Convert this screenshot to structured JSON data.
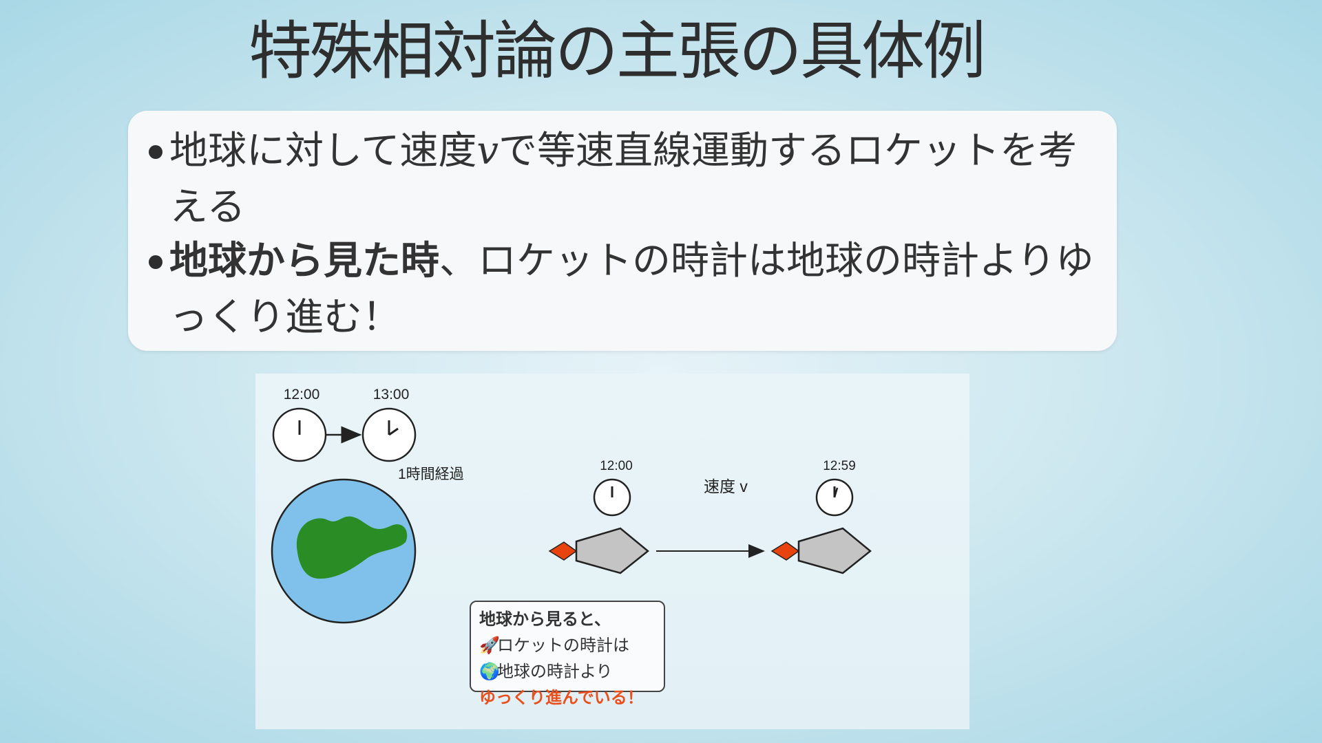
{
  "slide": {
    "title": "特殊相対論の主張の具体例",
    "bullets": [
      {
        "pre": "地球に対して速度",
        "var": "v",
        "post": "で等速直線運動するロケットを考える"
      },
      {
        "bold": "地球から見た時",
        "rest": "、ロケットの時計は地球の時計よりゆっくり進む！"
      }
    ]
  },
  "figure": {
    "earth_clock_start": "12:00",
    "earth_clock_end": "13:00",
    "elapsed_label": "1時間経過",
    "rocket_clock_start": "12:00",
    "rocket_clock_end": "12:59",
    "velocity_label": "速度 v",
    "note": {
      "line1": "地球から見ると、",
      "line2_icon": "rocket-icon",
      "line2": "ロケットの時計は",
      "line3_icon": "globe-icon",
      "line3": "地球の時計より",
      "line4": "ゆっくり進んでいる！"
    },
    "colors": {
      "earth_ocean": "#7fc1ea",
      "earth_land": "#2a8c24",
      "rocket_body": "#c4c4c4",
      "rocket_flame": "#e8420f",
      "emphasis": "#e8501d"
    }
  }
}
